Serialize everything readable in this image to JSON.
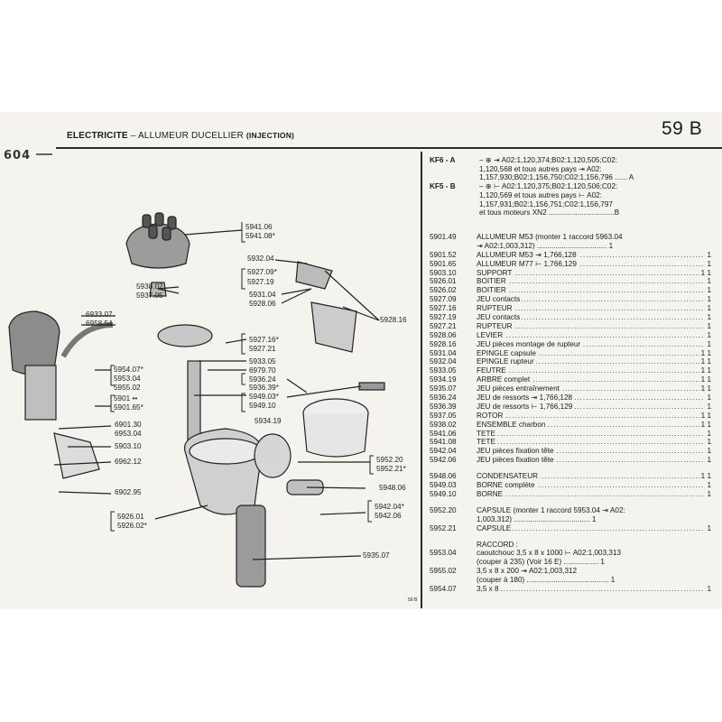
{
  "header": {
    "title": "ELECTRICITE",
    "dash": " – ",
    "subtitle": "ALLUMEUR DUCELLIER ",
    "subtitle_paren": "(INJECTION)",
    "page_number": "59 B",
    "logo": "604",
    "footer_mark": "59 B"
  },
  "kf": [
    {
      "code": "KF6 - A",
      "lines": [
        "– ⊕ ⇥ A02:1,120,374;B02:1,120,505;C02:",
        "1,120,568 et tous autres pays ⇥ A02:",
        "1,157,930;B02:1,156,750;C02:1,156,796 ...... A"
      ]
    },
    {
      "code": "KF5 - B",
      "lines": [
        "– ⊕ ⊢ A02:1,120,375;B02:1,120,506;C02:",
        "1,120,569 et tous autres pays ⊢ A02:",
        "1,157,931;B02:1,156,751;C02:1,156,797",
        "et tous moteurs XN2 ................................B"
      ]
    }
  ],
  "parts": [
    {
      "ref": "5901.49",
      "desc": "ALLUMEUR M53 (monter 1 raccord 5963.04",
      "qty": ""
    },
    {
      "ref": "",
      "desc": "⇥ A02:1,003,312) .................................. 1",
      "qty": ""
    },
    {
      "ref": "5901.52",
      "desc": "ALLUMEUR M53 ⇥ 1,766,128",
      "qty": "1"
    },
    {
      "ref": "5901.65",
      "desc": "ALLUMEUR M77 ⊢ 1,766,129",
      "qty": "1"
    },
    {
      "ref": "5903.10",
      "desc": "SUPPORT",
      "qty": "1 1"
    },
    {
      "ref": "5926.01",
      "desc": "BOITIER",
      "qty": "1"
    },
    {
      "ref": "5926.02",
      "desc": "BOITIER",
      "qty": "1"
    },
    {
      "ref": "5927.09",
      "desc": "JEU contacts",
      "qty": "1"
    },
    {
      "ref": "5927.16",
      "desc": "RUPTEUR",
      "qty": "1"
    },
    {
      "ref": "5927.19",
      "desc": "JEU contacts",
      "qty": "1"
    },
    {
      "ref": "5927.21",
      "desc": "RUPTEUR",
      "qty": "1"
    },
    {
      "ref": "5928.06",
      "desc": "LEVIER",
      "qty": "1"
    },
    {
      "ref": "5928.16",
      "desc": "JEU pièces montage de rupteur",
      "qty": "1"
    },
    {
      "ref": "5931.04",
      "desc": "EPINGLE capsule",
      "qty": "1 1"
    },
    {
      "ref": "5932.04",
      "desc": "EPINGLE rupteur",
      "qty": "1 1"
    },
    {
      "ref": "5933.05",
      "desc": "FEUTRE",
      "qty": "1 1"
    },
    {
      "ref": "5934.19",
      "desc": "ARBRE complet",
      "qty": "1 1"
    },
    {
      "ref": "5935.07",
      "desc": "JEU pièces entraînement",
      "qty": "1 1"
    },
    {
      "ref": "5936.24",
      "desc": "JEU de ressorts ⇥ 1,766,128",
      "qty": "1"
    },
    {
      "ref": "5936.39",
      "desc": "JEU de ressorts ⊢ 1,766,129",
      "qty": "1"
    },
    {
      "ref": "5937.05",
      "desc": "ROTOR",
      "qty": "1 1"
    },
    {
      "ref": "5938.02",
      "desc": "ENSEMBLE charbon",
      "qty": "1 1"
    },
    {
      "ref": "5941.06",
      "desc": "TETE",
      "qty": "1"
    },
    {
      "ref": "5941.08",
      "desc": "TETE",
      "qty": "1"
    },
    {
      "ref": "5942.04",
      "desc": "JEU pièces fixation tête",
      "qty": "1"
    },
    {
      "ref": "5942.06",
      "desc": "JEU pièces fixation tête",
      "qty": "1"
    },
    {
      "ref": "",
      "desc": "",
      "qty": "",
      "gap": true
    },
    {
      "ref": "5948.06",
      "desc": "CONDENSATEUR",
      "qty": "1 1"
    },
    {
      "ref": "5949.03",
      "desc": "BORNE complète",
      "qty": "1"
    },
    {
      "ref": "5949.10",
      "desc": "BORNE",
      "qty": "1"
    },
    {
      "ref": "",
      "desc": "",
      "qty": "",
      "gap": true
    },
    {
      "ref": "5952.20",
      "desc": "CAPSULE (monter 1 raccord 5953.04 ⇥ A02:",
      "qty": ""
    },
    {
      "ref": "",
      "desc": "1,003,312) ..................................... 1",
      "qty": ""
    },
    {
      "ref": "5952.21",
      "desc": "CAPSULE",
      "qty": "1"
    },
    {
      "ref": "",
      "desc": "",
      "qty": "",
      "gap": true
    },
    {
      "ref": "",
      "desc": "RACCORD :",
      "qty": ""
    },
    {
      "ref": "5953.04",
      "desc": "caoutchouc 3,5 x 8 x 1000 ⊢ A02:1,003,313",
      "qty": ""
    },
    {
      "ref": "",
      "desc": "(couper à 235) (Voir 16 E) ................. 1",
      "qty": ""
    },
    {
      "ref": "5955.02",
      "desc": "3,5 x 8 x 200 ⇥ A02:1,003,312",
      "qty": ""
    },
    {
      "ref": "",
      "desc": "(couper à 180) ........................................ 1",
      "qty": ""
    },
    {
      "ref": "5954.07",
      "desc": "3,5 x 8",
      "qty": "1"
    }
  ],
  "callouts": [
    {
      "text": "5941.06"
    },
    {
      "text": "5941.08*"
    },
    {
      "text": "5932.04"
    },
    {
      "text": "5927.09*"
    },
    {
      "text": "5927.19"
    },
    {
      "text": "5938.02"
    },
    {
      "text": "5937.05"
    },
    {
      "text": "5931.04"
    },
    {
      "text": "5928.06"
    },
    {
      "text": "6933.07"
    },
    {
      "text": "6958.54"
    },
    {
      "text": "5928.16"
    },
    {
      "text": "5927.16*"
    },
    {
      "text": "5927.21"
    },
    {
      "text": "5954.07*"
    },
    {
      "text": "5953.04"
    },
    {
      "text": "5955.02"
    },
    {
      "text": "5933.05"
    },
    {
      "text": "6979.70"
    },
    {
      "text": "5901 ••"
    },
    {
      "text": "5901.65*"
    },
    {
      "text": "5936.24"
    },
    {
      "text": "5936.39*"
    },
    {
      "text": "5949.03*"
    },
    {
      "text": "5949.10"
    },
    {
      "text": "6901.30"
    },
    {
      "text": "6953.04"
    },
    {
      "text": "5934.19"
    },
    {
      "text": "5903.10"
    },
    {
      "text": "6962.12"
    },
    {
      "text": "5952.20"
    },
    {
      "text": "5952.21*"
    },
    {
      "text": "6902.95"
    },
    {
      "text": "5948.06"
    },
    {
      "text": "5926.01"
    },
    {
      "text": "5926.02*"
    },
    {
      "text": "5942.04*"
    },
    {
      "text": "5942.06"
    },
    {
      "text": "5935.07"
    }
  ]
}
